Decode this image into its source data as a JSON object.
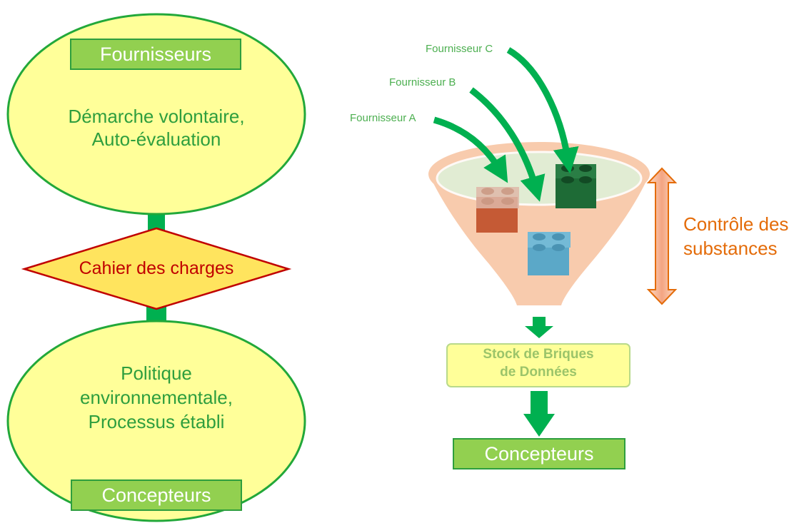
{
  "left_flow": {
    "top_title": "Fournisseurs",
    "top_text_line1": "Démarche volontaire,",
    "top_text_line2": "Auto-évaluation",
    "diamond_label": "Cahier des charges",
    "bottom_text_line1": "Politique",
    "bottom_text_line2": "environnementale,",
    "bottom_text_line3": "Processus établi",
    "bottom_title": "Concepteurs"
  },
  "right_flow": {
    "supplier_a": "Fournisseur A",
    "supplier_b": "Fournisseur B",
    "supplier_c": "Fournisseur C",
    "control_line1": "Contrôle des",
    "control_line2": "substances",
    "stock_line1": "Stock de Briques",
    "stock_line2": "de Données",
    "designers": "Concepteurs"
  },
  "colors": {
    "ellipse_fill": "#ffff99",
    "ellipse_stroke": "#22a83a",
    "arrow_green": "#00b050",
    "dark_green": "#2e9e3e",
    "title_box_fill": "#92d050",
    "diamond_stroke": "#c00000",
    "diamond_text": "#c00000",
    "funnel_fill": "#f8cbad",
    "control_orange": "#e46c0a",
    "brick_red": "#c55a35",
    "brick_green": "#1e6b36",
    "brick_blue": "#5ba8c8"
  }
}
